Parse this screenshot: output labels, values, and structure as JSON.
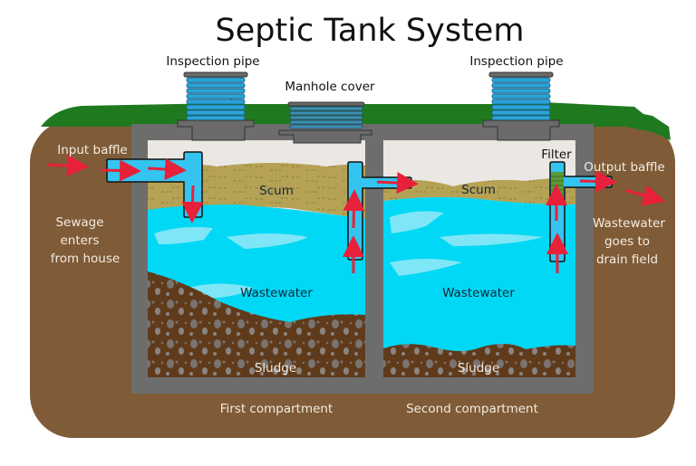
{
  "title": "Septic Tank System",
  "labels": {
    "inspection_pipe_left": "Inspection pipe",
    "inspection_pipe_right": "Inspection pipe",
    "manhole_cover": "Manhole cover",
    "input_baffle": "Input baffle",
    "output_baffle": "Output baffle",
    "filter": "Filter",
    "sewage_enters": [
      "Sewage",
      "enters",
      "from house"
    ],
    "wastewater_goes": [
      "Wastewater",
      "goes to",
      "drain field"
    ],
    "scum_1": "Scum",
    "scum_2": "Scum",
    "wastewater_1": "Wastewater",
    "wastewater_2": "Wastewater",
    "sludge_1": "Sludge",
    "sludge_2": "Sludge",
    "first_compartment": "First compartment",
    "second_compartment": "Second compartment"
  },
  "colors": {
    "soil": "#7f5b38",
    "grass": "#1f7a1f",
    "concrete": "#6d6d6d",
    "air": "#ebe7e2",
    "scum": "#b5a255",
    "water": "#00d8f5",
    "water_light": "#7fe6f7",
    "sludge": "#603b1b",
    "pipe": "#35c4ef",
    "arrow": "#e8203a",
    "riser_blue": "#2aa3d8",
    "riser_gray": "#6a6a6a",
    "filter_green": "#5a9a3a"
  }
}
